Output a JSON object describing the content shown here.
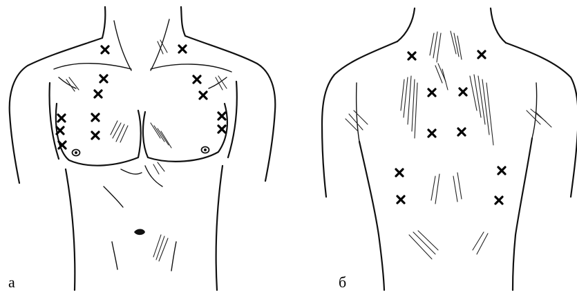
{
  "figure": {
    "panels": [
      {
        "id": "front",
        "label": "а"
      },
      {
        "id": "back",
        "label": "б"
      }
    ],
    "marker_symbol": "×",
    "marker_color": "#000000",
    "line_color": "#111111"
  }
}
